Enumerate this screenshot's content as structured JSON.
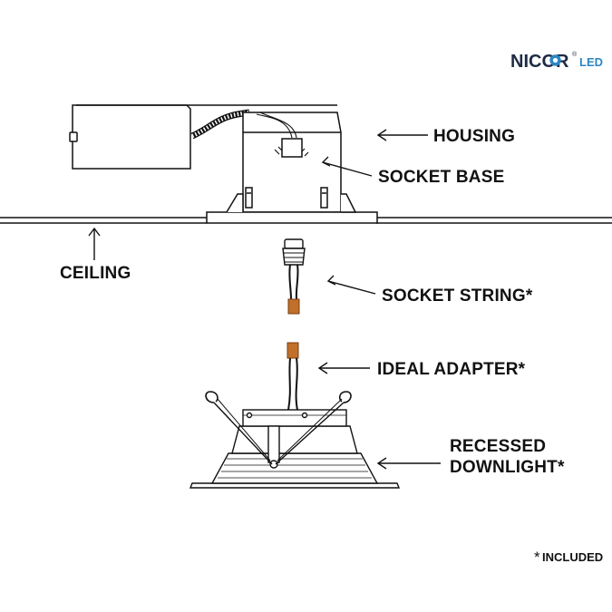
{
  "brand": {
    "name": "NICOR",
    "registered": "®",
    "suffix": "LED",
    "colors": {
      "name": "#1f2a44",
      "suffix": "#2b86c5",
      "accent": "#2b86c5"
    }
  },
  "labels": {
    "housing": "HOUSING",
    "socket_base": "SOCKET BASE",
    "ceiling": "CEILING",
    "socket_string": "SOCKET STRING*",
    "ideal_adapter": "IDEAL ADAPTER*",
    "recessed_line1": "RECESSED",
    "recessed_line2": "DOWNLIGHT*"
  },
  "footnote": {
    "star": "*",
    "text": "INCLUDED"
  },
  "colors": {
    "line": "#111111",
    "connector": "#c0702a",
    "background": "#ffffff"
  }
}
